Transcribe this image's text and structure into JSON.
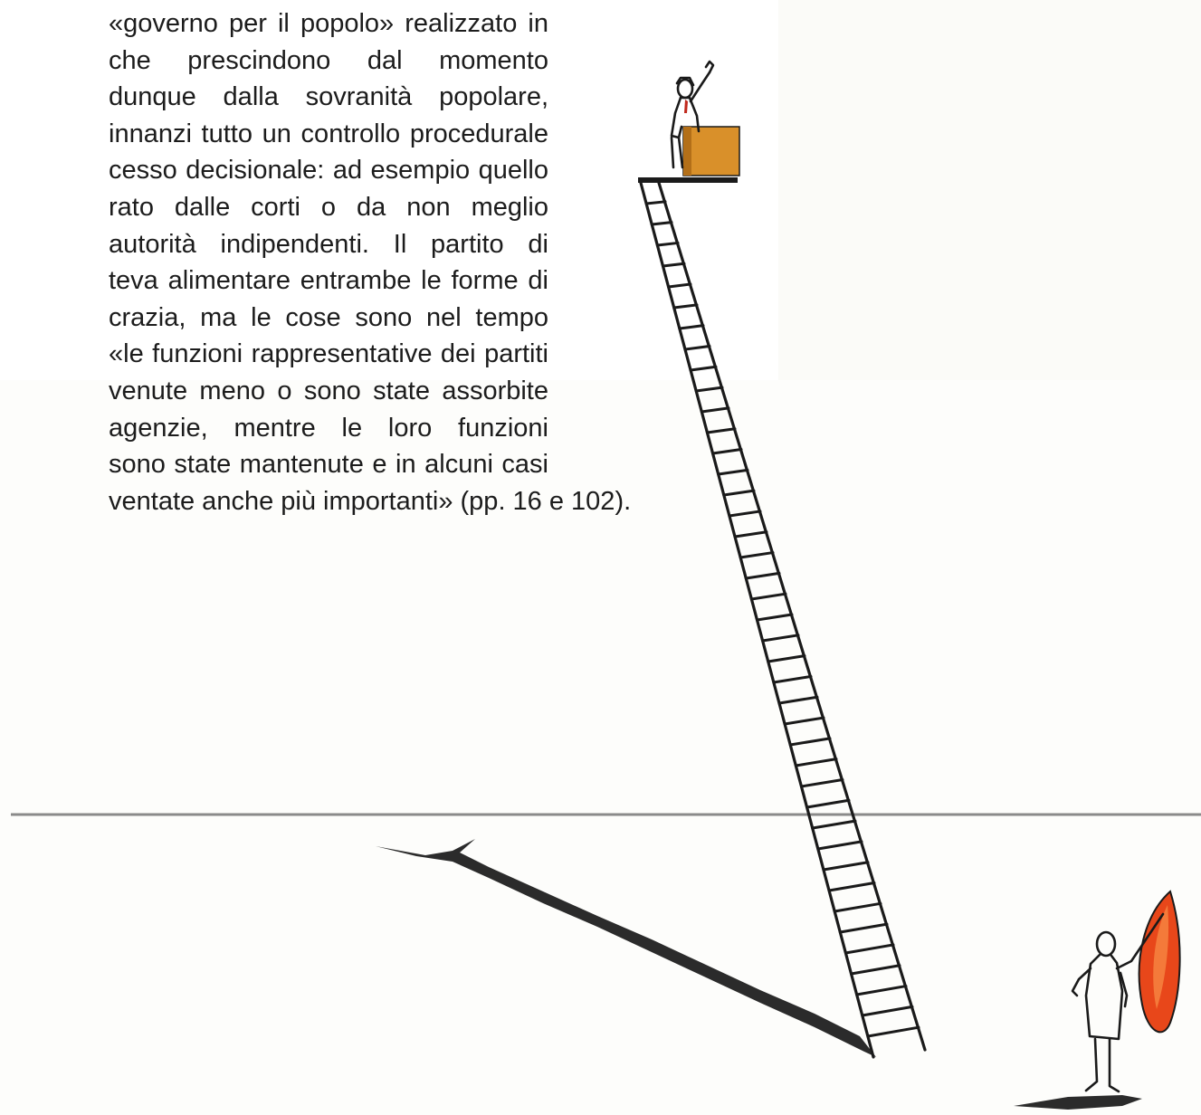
{
  "article": {
    "lines": [
      "«governo per il popolo» realizzato in forme",
      "che prescindono dal momento elettorale e",
      "dunque dalla sovranità popolare, concernendo",
      "innanzi tutto un controllo procedurale sul pro-",
      "cesso decisionale: ad esempio quello assicu-",
      "rato dalle corti o da non meglio definite",
      "autorità indipendenti. Il partito di massa po-",
      "teva alimentare entrambe le forme di demo-",
      "crazia, ma le cose sono nel tempo cambiate:",
      "«le funzioni rappresentative dei partiti sono",
      "venute meno o sono state assorbite da altre",
      "agenzie, mentre le loro funzioni procedurali",
      "sono state mantenute e in alcuni casi sono di-",
      "ventate anche più importanti» (pp. 16 e 102)."
    ]
  },
  "illustration": {
    "colors": {
      "ink": "#1a1a1a",
      "podium": "#d9902a",
      "podium_dark": "#b36f18",
      "flame": "#e8471a",
      "flame_light": "#f47a3a",
      "horizon": "#8a8a8a",
      "shadow": "#2b2b2b",
      "tie": "#c0281c"
    }
  }
}
